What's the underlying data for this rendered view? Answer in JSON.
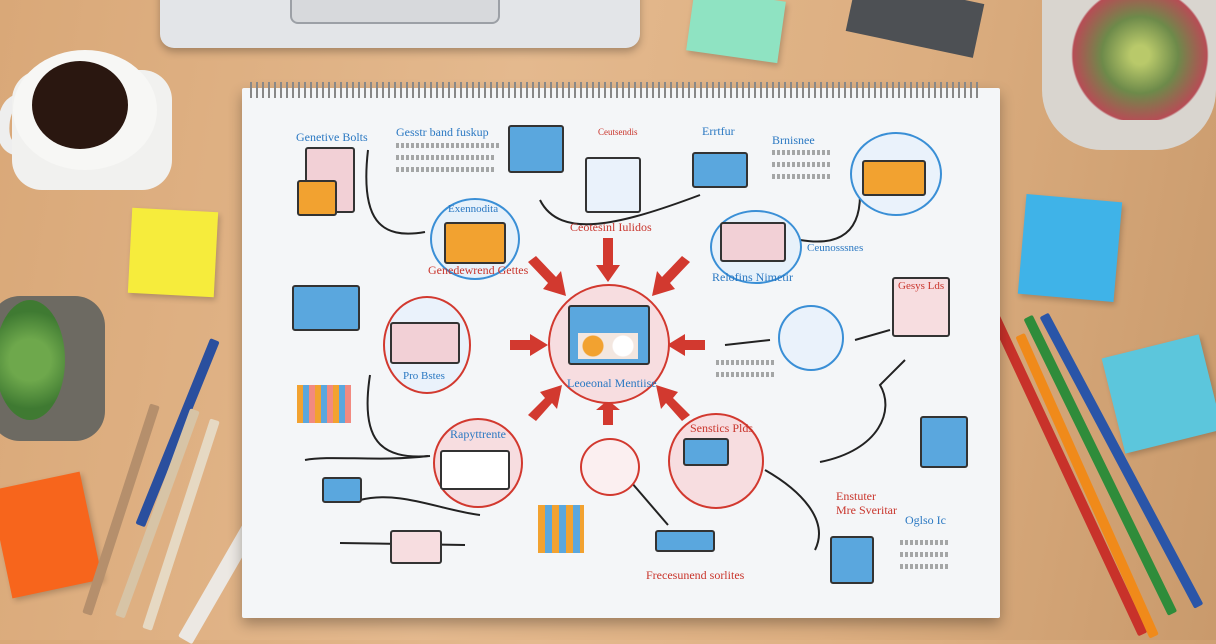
{
  "sketch": {
    "center_label": "Leoeonal Mentiise",
    "labels": {
      "genetive": "Genetive Bolts",
      "gesstr": "Gesstr band fuskup",
      "ceutsendis": "Ceutsendis",
      "errtfur": "Errtfur",
      "brnisnee": "Brnisnee",
      "exennodita": "Exennodita",
      "ceotesinl": "Ceotesinl Iulidos",
      "genedewrend": "Genedewrend Gettes",
      "relofins": "Relofins Nimetir",
      "ceunos": "Ceunosssnes",
      "gesys": "Gesys Lds",
      "probstes": "Pro Bstes",
      "rapytt": "Rapyttrente",
      "senstics": "Senstics Plds",
      "frecesunend": "Frecesunend sorlites",
      "enstuter": "Enstuter",
      "mresveritar": "Mre Sveritar",
      "oglso": "Oglso Ic"
    }
  },
  "colors": {
    "accent_red": "#d2392f",
    "accent_blue": "#3a8fd6",
    "accent_orange": "#f2a230",
    "desk": "#e0b386"
  }
}
